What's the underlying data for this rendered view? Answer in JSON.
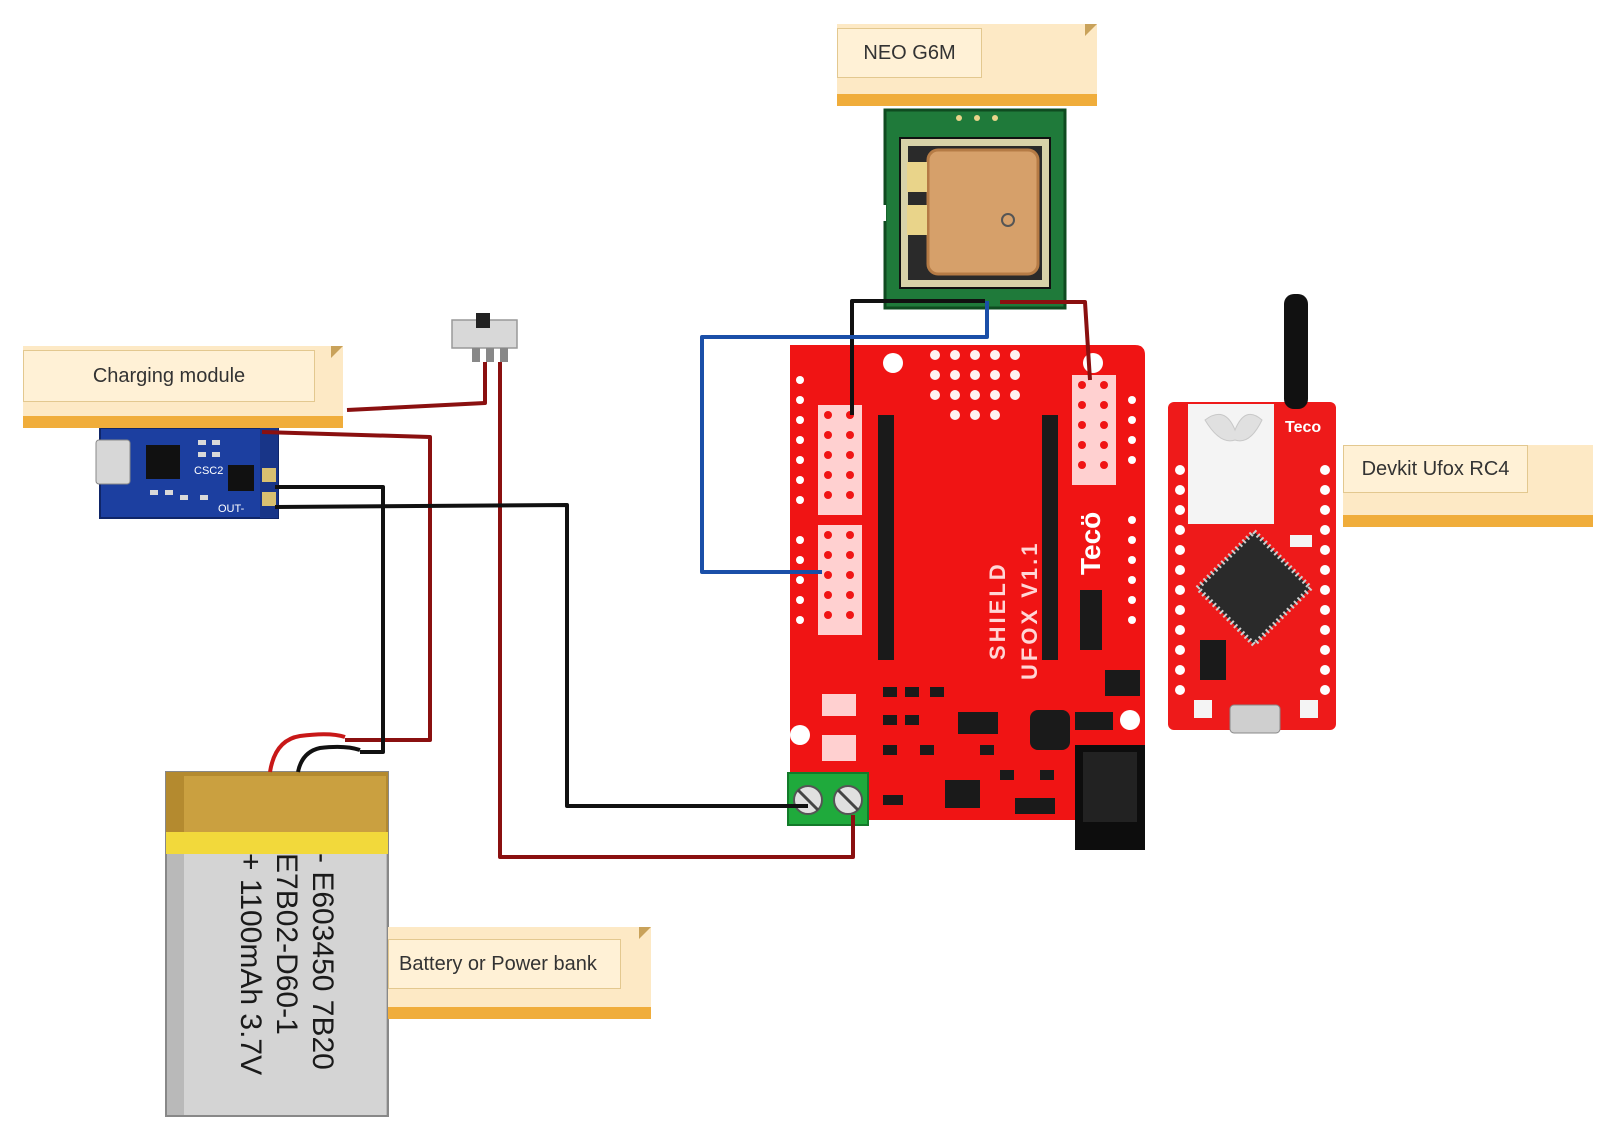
{
  "labels": {
    "neo": "NEO G6M",
    "charging": "Charging module",
    "devkit": "Devkit Ufox RC4",
    "battery": "Battery or Power bank"
  },
  "battery": {
    "line1": "- E603450 7B20",
    "line2": "E7B02-D60-1",
    "line3": "+ 1100mAh 3.7V"
  },
  "shield": {
    "line1": "SHIELD",
    "line2": "UFOX V1.1",
    "brand": "Tecö"
  },
  "devkit_board": {
    "brand": "Teco"
  },
  "charging_board": {
    "out": "OUT-",
    "chip": "CSC2"
  },
  "colors": {
    "shield_red": "#f01414",
    "devkit_red": "#ee1a1a",
    "gps_green": "#1f7a3a",
    "wire_red": "#8a1010",
    "wire_black": "#101010",
    "wire_blue": "#1a4fa8",
    "charging_blue": "#1c3fa0",
    "note_orange": "#f0ad3b",
    "note_fill": "#fde9c5"
  }
}
